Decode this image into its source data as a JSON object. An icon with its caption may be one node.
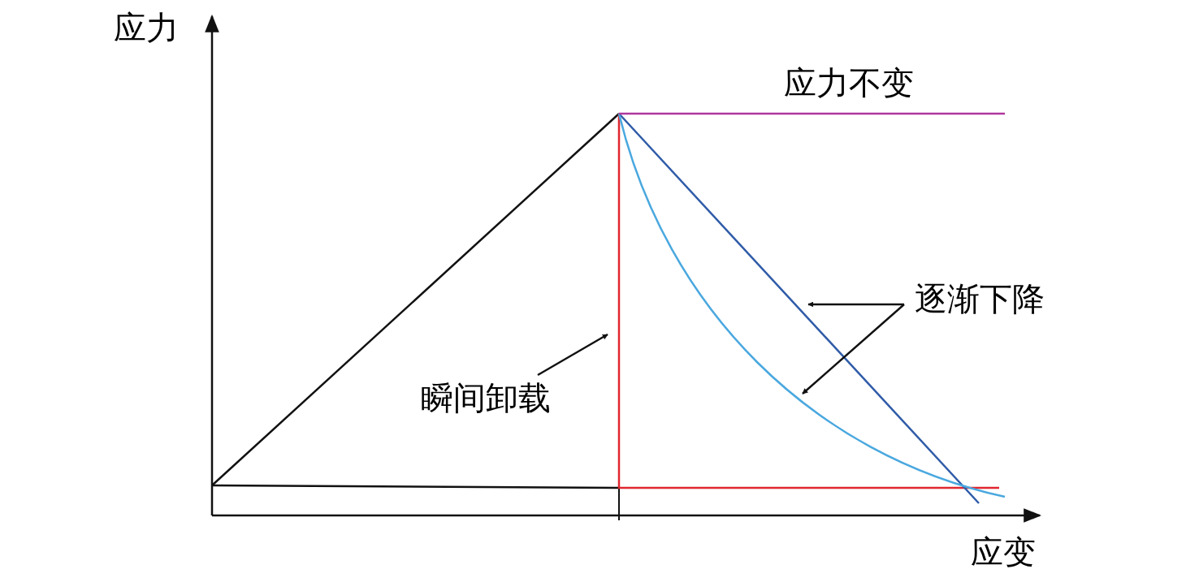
{
  "diagram": {
    "nodes": [
      {
        "text": [
          "瞬间卸载"
        ]
      },
      {
        "text": [],
        "shape": "line"
      },
      {
        "text": [
          "逐渐下降"
        ]
      },
      {
        "text": [],
        "shape": "line"
      },
      {
        "text": [],
        "shape": "curve"
      },
      {
        "text": [],
        "shape": "line"
      }
    ],
    "edges": [
      {
        "from": 0,
        "to": 1,
        "arrow": "to"
      },
      {
        "from": 2,
        "to": 3,
        "arrow": "to"
      },
      {
        "from": 2,
        "to": 4,
        "arrow": "to"
      }
    ],
    "labels": [
      "应力",
      "应变",
      "应力不变"
    ]
  }
}
